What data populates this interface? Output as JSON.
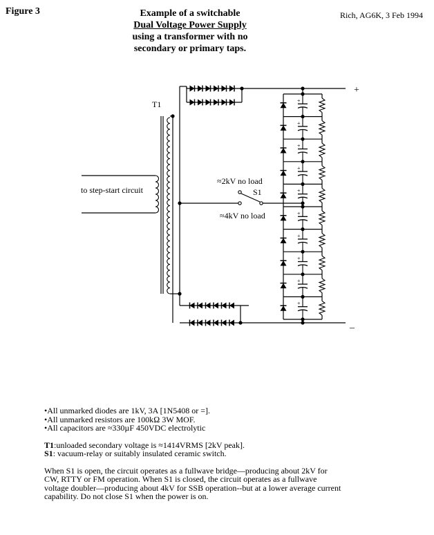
{
  "figure_label": "Figure 3",
  "title": {
    "line1": "Example of a switchable",
    "line2": "Dual Voltage Power Supply",
    "line3": "using a transformer with no",
    "line4": "secondary or primary taps."
  },
  "credit": "Rich, AG6K, 3 Feb 1994",
  "labels": {
    "transformer": "T1",
    "step_start": "to step-start circuit",
    "no_load_2kv": "≈2kV no load",
    "switch": "S1",
    "no_load_4kv": "≈4kV no load",
    "plus": "+",
    "minus": "–",
    "cap_plus": "+"
  },
  "notes": {
    "diodes": "•All unmarked diodes are 1kV, 3A [1N5408 or =].",
    "resistors": "•All unmarked resistors are 100kΩ 3W MOF.",
    "capacitors": "•All capacitors are ≈330µF 450VDC electrolytic",
    "t1_label": "T1",
    "t1_text": ":unloaded secondary voltage  is ≈1414VRMS  [2kV peak].",
    "s1_label": "S1",
    "s1_text": ": vacuum-relay or suitably insulated ceramic switch.",
    "p1": "When S1 is open, the circuit operates as a fullwave bridge—producing about  2kV for",
    "p2": "CW, RTTY or FM operation. When S1 is closed, the circuit operates as a fullwave",
    "p3": "voltage doubler—producing about 4kV for SSB operation--but at a lower average current",
    "p4": "capability. Do not close S1 when the power is on."
  }
}
